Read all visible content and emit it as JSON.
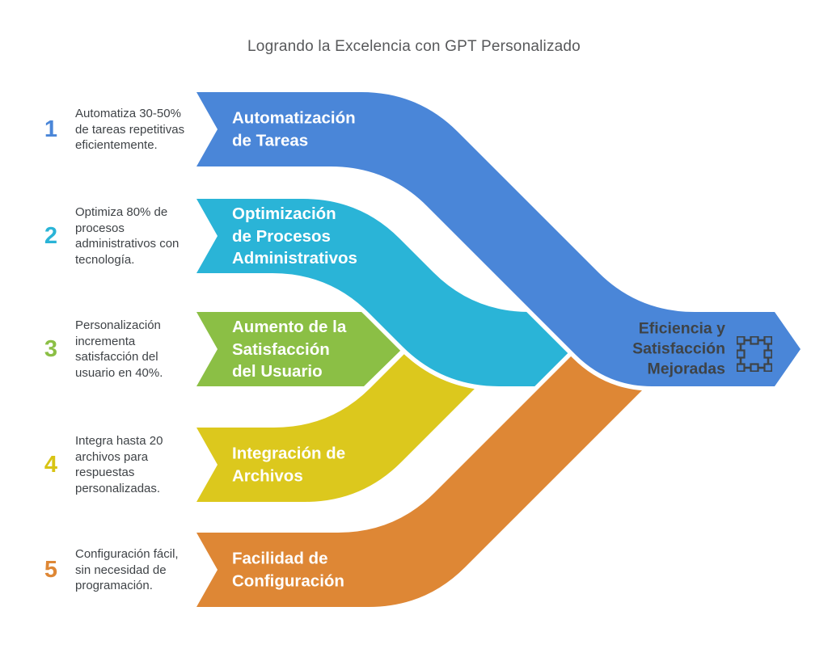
{
  "title": "Logrando la Excelencia con GPT Personalizado",
  "palette": {
    "blue": "#4a86d8",
    "cyan": "#2ab4d7",
    "green": "#8bbf45",
    "yellow": "#dcc81d",
    "orange": "#de8735",
    "dark_text": "#3e4347",
    "desc_text": "#3f4347",
    "title_text": "#58595b",
    "background": "#ffffff"
  },
  "steps": [
    {
      "number": "1",
      "color": "#4a86d8",
      "description": "Automatiza 30-50% de tareas repetitivas eficientemente.",
      "label_lines": [
        "Automatización",
        "de Tareas"
      ]
    },
    {
      "number": "2",
      "color": "#2ab4d7",
      "description": "Optimiza 80% de procesos administrativos con tecnología.",
      "label_lines": [
        "Optimización",
        "de Procesos",
        "Administrativos"
      ]
    },
    {
      "number": "3",
      "color": "#8bbf45",
      "description": "Personalización incrementa satisfacción del usuario en 40%.",
      "label_lines": [
        "Aumento de la",
        "Satisfacción",
        "del Usuario"
      ]
    },
    {
      "number": "4",
      "color": "#dcc81d",
      "description": "Integra hasta 20 archivos para respuestas personalizadas.",
      "label_lines": [
        "Integración de",
        "Archivos"
      ]
    },
    {
      "number": "5",
      "color": "#de8735",
      "description": "Configuración fácil, sin necesidad de programación.",
      "label_lines": [
        "Facilidad de",
        "Configuración"
      ]
    }
  ],
  "output": {
    "color": "#4a86d8",
    "label_lines": [
      "Eficiencia y",
      "Satisfacción",
      "Mejoradas"
    ],
    "icon": "artboard-icon"
  }
}
